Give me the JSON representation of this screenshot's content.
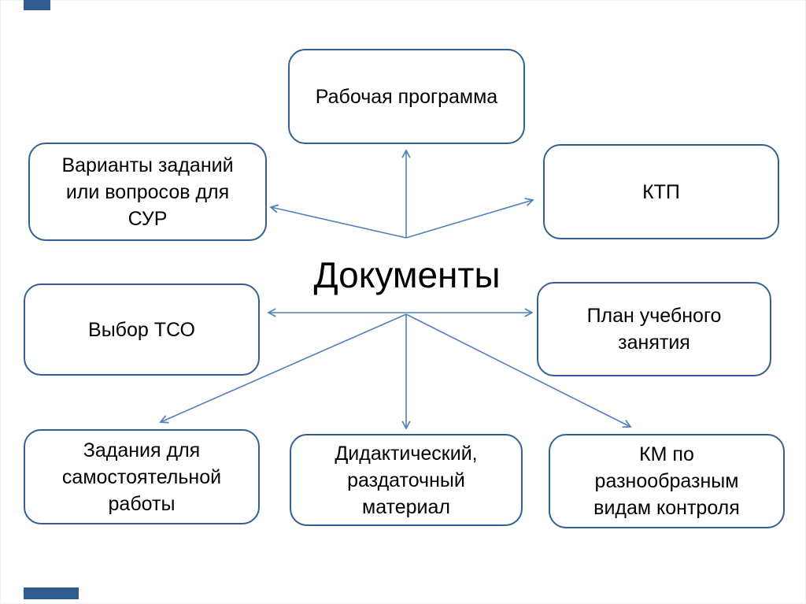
{
  "slide": {
    "title": "Документы",
    "nodes": [
      {
        "id": "work-program",
        "label": "Рабочая программа"
      },
      {
        "id": "task-variants",
        "label": "Варианты заданий\nили вопросов для\nСУР"
      },
      {
        "id": "ktp",
        "label": "КТП"
      },
      {
        "id": "tso-choice",
        "label": "Выбор ТСО"
      },
      {
        "id": "lesson-plan",
        "label": "План учебного\nзанятия"
      },
      {
        "id": "independent-tasks",
        "label": "Задания для\nсамостоятельной\nработы"
      },
      {
        "id": "didactic-material",
        "label": "Дидактический,\nраздаточный\nматериал"
      },
      {
        "id": "km-control",
        "label": "КМ по\nразнообразным\nвидам контроля"
      }
    ],
    "colors": {
      "box_border": "#365F91",
      "arrow": "#4F81BD",
      "text": "#000000",
      "background": "#FFFFFF",
      "corner_mark": "#2F5B8F"
    }
  }
}
